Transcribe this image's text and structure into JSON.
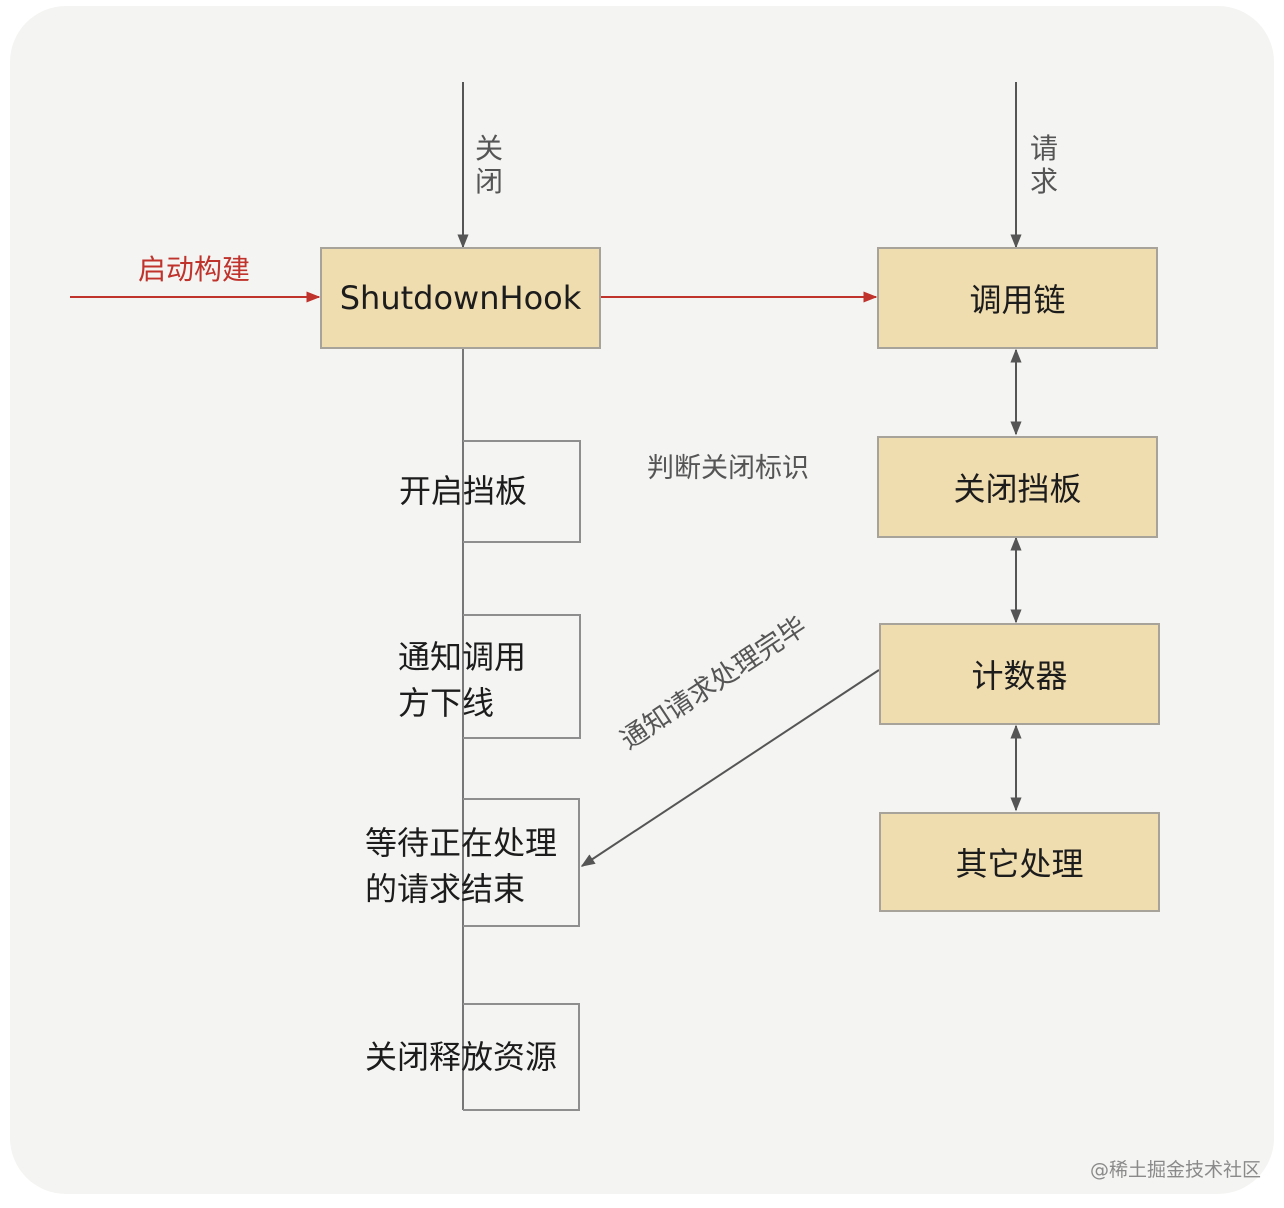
{
  "nodes": {
    "shutdown_hook": "ShutdownHook",
    "call_chain": "调用链",
    "close_baffle": "关闭挡板",
    "counter": "计数器",
    "other_processing": "其它处理"
  },
  "steps": {
    "open_baffle": "开启挡板",
    "notify_offline_line1": "通知调用",
    "notify_offline_line2": "方下线",
    "wait_requests_line1": "等待正在处理",
    "wait_requests_line2": "的请求结束",
    "release_resources": "关闭释放资源"
  },
  "edge_labels": {
    "startup_build": "启动构建",
    "shutdown_v": [
      "关",
      "闭"
    ],
    "request_v": [
      "请",
      "求"
    ],
    "check_close_flag": "判断关闭标识",
    "notify_done": "通知请求处理完毕"
  },
  "watermark": "@稀土掘金技术社区",
  "colors": {
    "box_fill": "#efdcaf",
    "red_arrow": "#c0322c",
    "line": "#555555"
  }
}
